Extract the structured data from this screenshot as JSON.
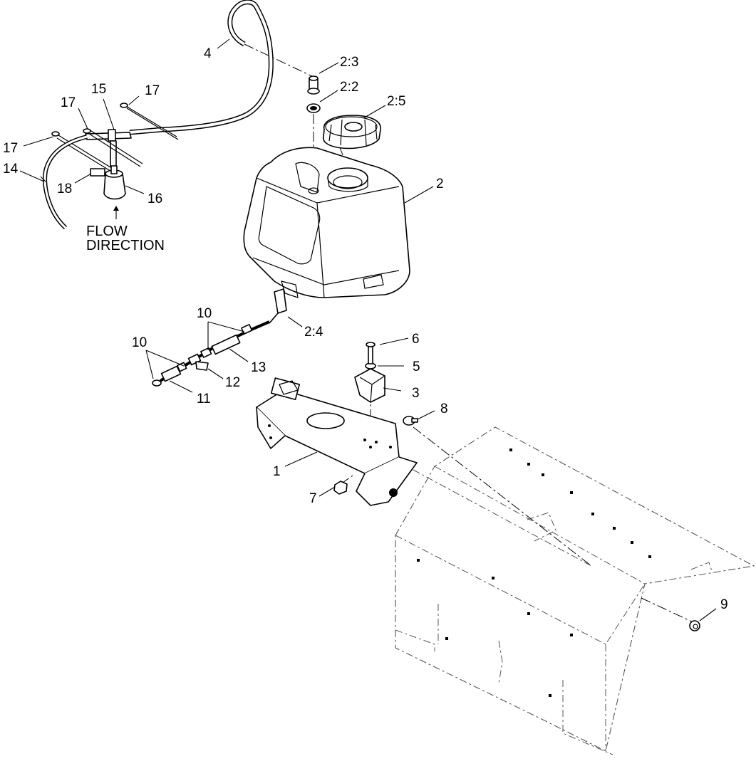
{
  "labels": {
    "l1": "1",
    "l2": "2",
    "l2_2": "2:2",
    "l2_3": "2:3",
    "l2_4": "2:4",
    "l2_5": "2:5",
    "l3": "3",
    "l4": "4",
    "l5": "5",
    "l6": "6",
    "l7": "7",
    "l8": "8",
    "l9": "9",
    "l10a": "10",
    "l10b": "10",
    "l11": "11",
    "l12": "12",
    "l13": "13",
    "l14": "14",
    "l15": "15",
    "l16": "16",
    "l17a": "17",
    "l17b": "17",
    "l17c": "17",
    "l18": "18"
  },
  "flow": {
    "line1": "FLOW",
    "line2": "DIRECTION"
  }
}
